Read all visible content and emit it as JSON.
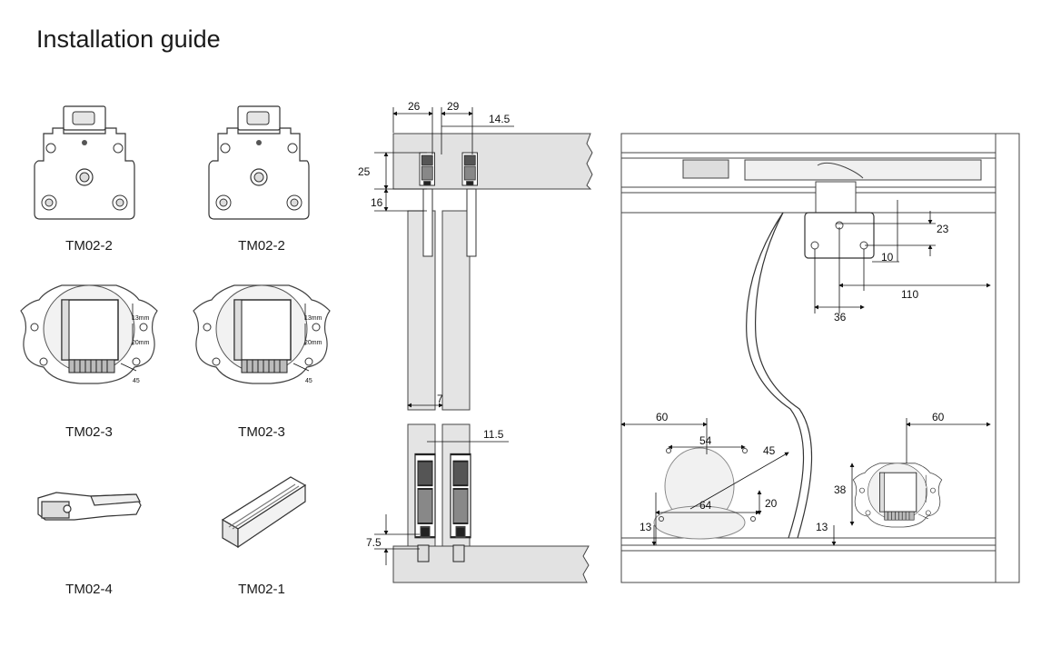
{
  "title": "Installation guide",
  "parts": [
    {
      "label": "TM02-2"
    },
    {
      "label": "TM02-2"
    },
    {
      "label": "TM02-3"
    },
    {
      "label": "TM02-3"
    },
    {
      "label": "TM02-4"
    },
    {
      "label": "TM02-1"
    }
  ],
  "part_annotations": {
    "a": "13mm",
    "b": "20mm",
    "c": "45"
  },
  "section_dims": {
    "d26": "26",
    "d29": "29",
    "d14_5": "14.5",
    "d25": "25",
    "d16": "16",
    "d7": "7",
    "d11_5": "11.5",
    "d7_5": "7.5"
  },
  "front_dims": {
    "d23": "23",
    "d10": "10",
    "d110": "110",
    "d36": "36",
    "d60a": "60",
    "d60b": "60",
    "d54": "54",
    "d45": "45",
    "d64": "64",
    "d20": "20",
    "d13a": "13",
    "d13b": "13",
    "d38": "38"
  }
}
